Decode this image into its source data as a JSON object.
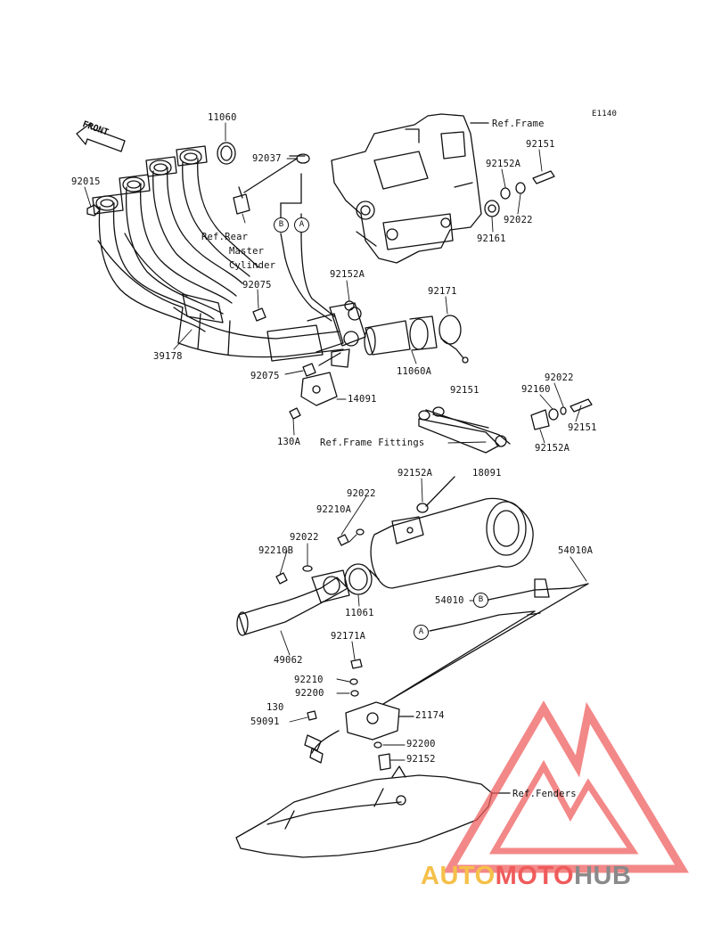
{
  "diagram_code": "E1140",
  "front_arrow": "FRONT",
  "callouts": {
    "p11060": "11060",
    "p92037": "92037",
    "p92015": "92015",
    "ref_rear_master_1": "Ref.Rear",
    "ref_rear_master_2": "Master",
    "ref_rear_master_3": "Cylinder",
    "p92075a": "92075",
    "p39178": "39178",
    "p92075b": "92075",
    "p14091": "14091",
    "p130A": "130A",
    "ref_frame": "Ref.Frame",
    "p92151a": "92151",
    "p92152A_a": "92152A",
    "p92022a": "92022",
    "p92161": "92161",
    "p92152A_b": "92152A",
    "p92171": "92171",
    "p11060A": "11060A",
    "p92151b": "92151",
    "p92022b": "92022",
    "p92160": "92160",
    "p92151c": "92151",
    "p92152A_c": "92152A",
    "ref_frame_fittings": "Ref.Frame Fittings",
    "p92152A_d": "92152A",
    "p18091": "18091",
    "p92022c": "92022",
    "p92210A": "92210A",
    "p92022d": "92022",
    "p92210B": "92210B",
    "p11061": "11061",
    "p54010A": "54010A",
    "p54010": "54010",
    "p49062": "49062",
    "p92171A": "92171A",
    "p92210": "92210",
    "p92200a": "92200",
    "p130": "130",
    "p59091": "59091",
    "p21174": "21174",
    "p92200b": "92200",
    "p92152": "92152",
    "ref_fenders": "Ref.Fenders"
  },
  "circle_markers": {
    "A1": "A",
    "B1": "B",
    "A2": "A",
    "B2": "B"
  },
  "watermark": {
    "part1": "AUTO",
    "part2": "MOTO",
    "part3": "HUB"
  }
}
